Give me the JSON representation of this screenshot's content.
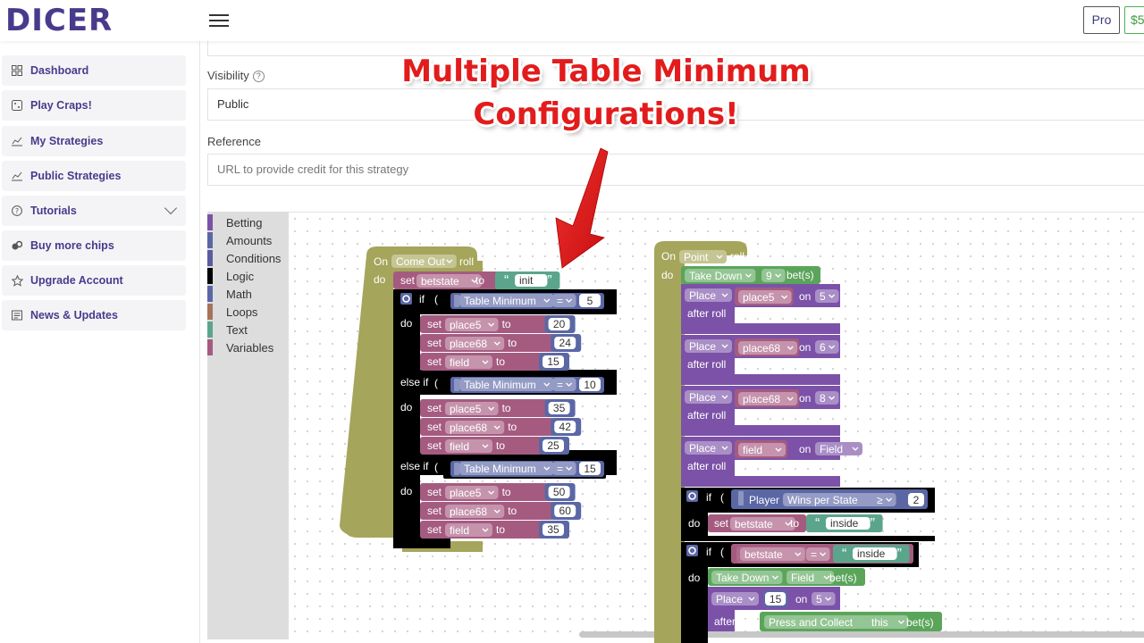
{
  "app": {
    "logo": "DICER"
  },
  "header": {
    "pro_label": "Pro",
    "chips_label": "$5"
  },
  "sidebar": {
    "items": [
      {
        "label": "Dashboard"
      },
      {
        "label": "Play Craps!"
      },
      {
        "label": "My Strategies"
      },
      {
        "label": "Public Strategies"
      },
      {
        "label": "Tutorials"
      },
      {
        "label": "Buy more chips"
      },
      {
        "label": "Upgrade Account"
      },
      {
        "label": "News & Updates"
      }
    ]
  },
  "form": {
    "visibility_label": "Visibility",
    "visibility_help": "?",
    "visibility_value": "Public",
    "reference_label": "Reference",
    "reference_placeholder": "URL to provide credit for this strategy"
  },
  "toolbox": {
    "categories": [
      {
        "label": "Betting",
        "color": "#7b52a8"
      },
      {
        "label": "Amounts",
        "color": "#5b67a5"
      },
      {
        "label": "Conditions",
        "color": "#5b5b9f"
      },
      {
        "label": "Logic",
        "color": "#000000"
      },
      {
        "label": "Math",
        "color": "#5b67a5"
      },
      {
        "label": "Loops",
        "color": "#a5745b"
      },
      {
        "label": "Text",
        "color": "#5ba58c"
      },
      {
        "label": "Variables",
        "color": "#a55b80"
      }
    ]
  },
  "annotation": {
    "line1": "Multiple Table Minimum",
    "line2": "Configurations!",
    "color": "#e21c1c"
  },
  "blocks": {
    "kw": {
      "on": "On",
      "do": "do",
      "roll": "roll",
      "set": "set",
      "to": "to",
      "if": "if",
      "else_if": "else if",
      "after_roll": "after roll",
      "on_lower": "on",
      "bets": "bet(s)",
      "quote_open": "“",
      "quote_close": "”"
    },
    "come_out": {
      "event": "Come Out",
      "set_var": "betstate",
      "set_text": "init",
      "branches": [
        {
          "condition": "Table Minimum",
          "op": "=",
          "value": "5",
          "sets": [
            {
              "var": "place5",
              "val": "20"
            },
            {
              "var": "place68",
              "val": "24"
            },
            {
              "var": "field",
              "val": "15"
            }
          ]
        },
        {
          "condition": "Table Minimum",
          "op": "=",
          "value": "10",
          "sets": [
            {
              "var": "place5",
              "val": "35"
            },
            {
              "var": "place68",
              "val": "42"
            },
            {
              "var": "field",
              "val": "25"
            }
          ]
        },
        {
          "condition": "Table Minimum",
          "op": "=",
          "value": "15",
          "sets": [
            {
              "var": "place5",
              "val": "50"
            },
            {
              "var": "place68",
              "val": "60"
            },
            {
              "var": "field",
              "val": "35"
            }
          ]
        }
      ]
    },
    "point": {
      "event": "Point",
      "take_down": {
        "label": "Take Down",
        "value": "9"
      },
      "places": [
        {
          "label": "Place",
          "var": "place5",
          "on": "5"
        },
        {
          "label": "Place",
          "var": "place68",
          "on": "6"
        },
        {
          "label": "Place",
          "var": "place68",
          "on": "8"
        },
        {
          "label": "Place",
          "var": "field",
          "on": "Field"
        }
      ],
      "if1": {
        "player": "Player",
        "stat": "Wins per State",
        "op": "≥",
        "value": "2",
        "set_var": "betstate",
        "set_text": "inside"
      },
      "if2": {
        "var": "betstate",
        "op": "=",
        "text": "inside",
        "take_down": {
          "label": "Take Down",
          "value": "Field"
        },
        "place": {
          "label": "Place",
          "value": "15",
          "on": "5"
        },
        "press": {
          "label": "Press and Collect",
          "target": "this"
        }
      }
    }
  },
  "colors": {
    "event": "#a5a55b",
    "variable": "#a55b80",
    "text": "#5ba58c",
    "logic": "#000000",
    "condition": "#5b67a5",
    "math": "#5b67a5",
    "betting": "#7b52a8",
    "take_down": "#5ba55b",
    "accent": "#4a3a8c"
  }
}
